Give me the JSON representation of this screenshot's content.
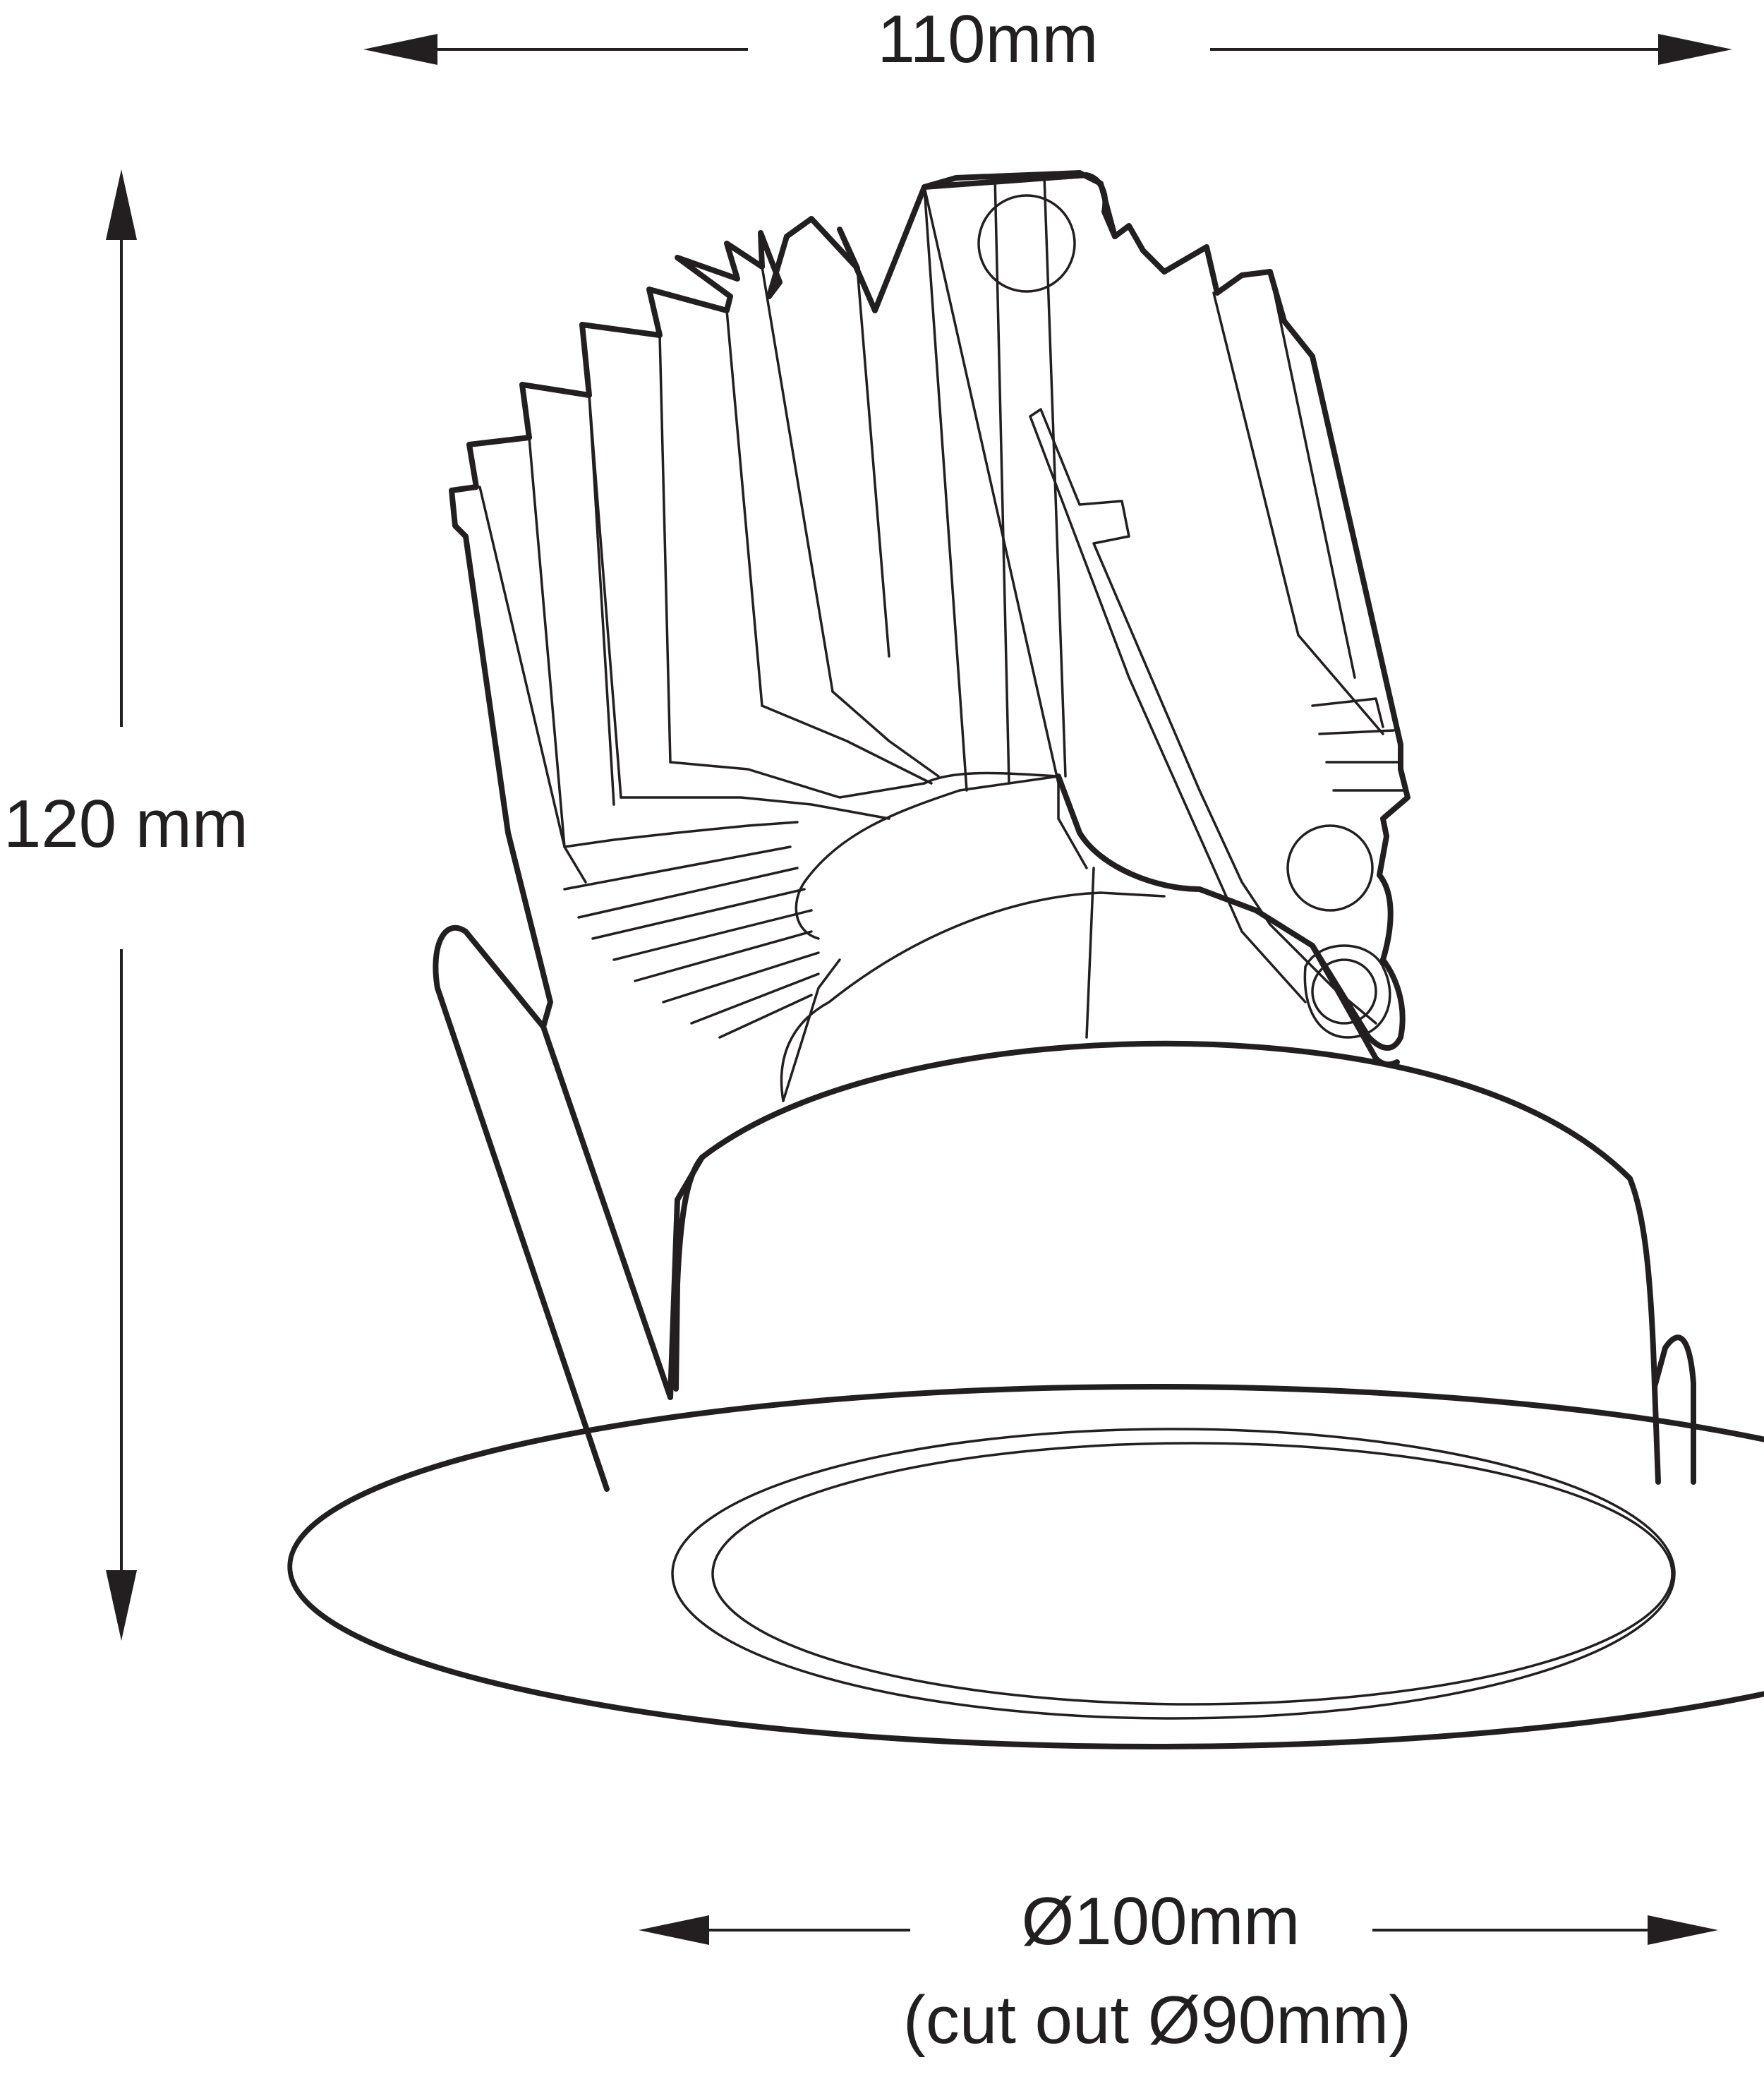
{
  "dimensions": {
    "width_label": "110mm",
    "height_label": "120 mm",
    "diameter_label": "Ø100mm",
    "cutout_label": "(cut out  Ø90mm)"
  },
  "colors": {
    "line": "#231f20",
    "background": "#ffffff"
  }
}
